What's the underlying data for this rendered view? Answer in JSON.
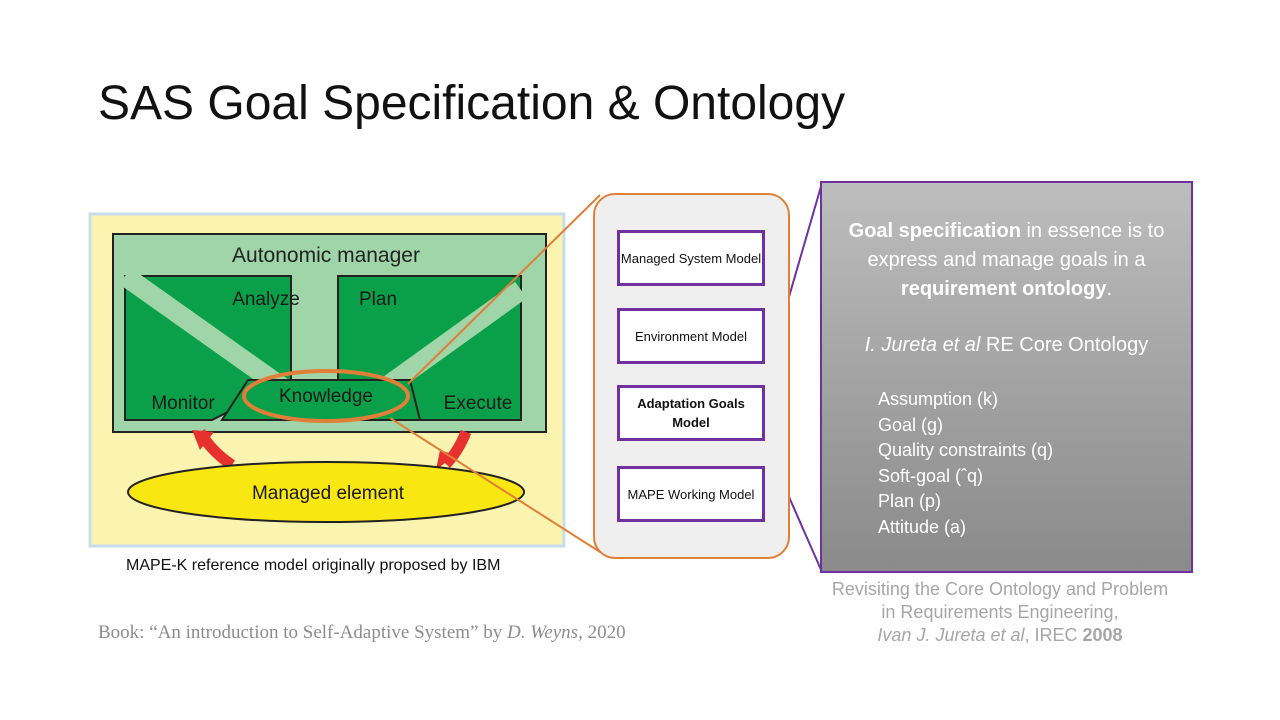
{
  "title": "SAS Goal Specification & Ontology",
  "mape": {
    "manager_label": "Autonomic manager",
    "analyze": "Analyze",
    "plan": "Plan",
    "monitor": "Monitor",
    "knowledge": "Knowledge",
    "execute": "Execute",
    "managed_element": "Managed element",
    "colors": {
      "background": "#fbf3b0",
      "manager": "#9fd5a8",
      "component": "#0aa04a",
      "managed": "#f9e711",
      "arrow": "#e7312f",
      "highlight": "#e07f37"
    }
  },
  "mape_caption": "MAPE-K reference model originally proposed by IBM",
  "book_ref": {
    "prefix": "Book: “An introduction to Self-Adaptive System” by ",
    "author": "D. Weyns",
    "year": ", 2020"
  },
  "models": [
    {
      "label": "Managed System Model",
      "bold": false
    },
    {
      "label": "Environment Model",
      "bold": false
    },
    {
      "label": "Adaptation Goals Model",
      "bold": true
    },
    {
      "label": "MAPE Working Model",
      "bold": false
    }
  ],
  "goal_box": {
    "part1_bold": "Goal specification",
    "part1": " in essence is to express and manage goals in a ",
    "part1_bold2": "requirement ontology",
    "part1_end": ".",
    "ref_italic": "I. Jureta et al",
    "ref_rest": " RE Core Ontology",
    "items": [
      "Assumption (k)",
      "Goal (g)",
      "Quality constraints (q)",
      "Soft-goal (ˆq)",
      "Plan (p)",
      "Attitude (a)"
    ]
  },
  "paper_ref": {
    "line1": "Revisiting the Core Ontology and Problem in Requirements Engineering,",
    "authors_italic": "Ivan J. Jureta et al",
    "venue": ", IREC ",
    "year_bold": "2008"
  }
}
